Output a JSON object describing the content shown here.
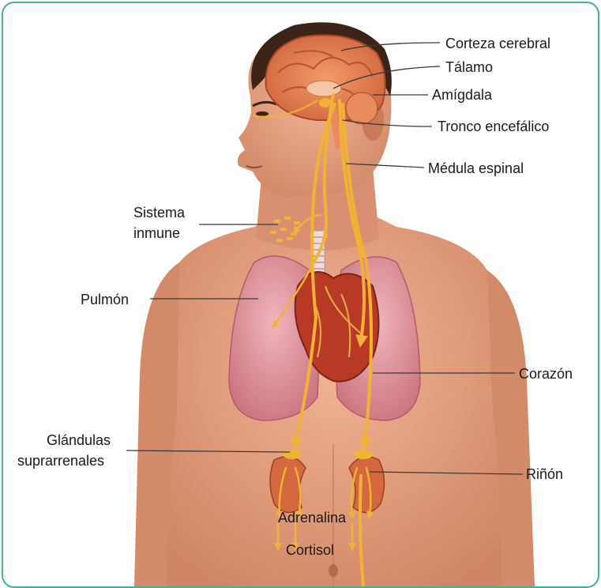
{
  "colors": {
    "frame": "#3fb39b",
    "skin": "#e9a27d",
    "skin_shadow": "#c97b59",
    "hair": "#3b2417",
    "brain": "#e07a4f",
    "lung": "#e29aa4",
    "heart": "#b83a26",
    "kidney": "#d4683e",
    "nerve": "#f2b233"
  },
  "labels": {
    "corteza": "Corteza cerebral",
    "talamo": "Tálamo",
    "amigdala": "Amígdala",
    "tronco": "Tronco encefálico",
    "medula": "Médula espinal",
    "sistema_line1": "Sistema",
    "sistema_line2": "inmune",
    "pulmon": "Pulmón",
    "corazon": "Corazón",
    "glandulas_line1": "Glándulas",
    "glandulas_line2": "suprarrenales",
    "rinon": "Riñón",
    "adrenalina": "Adrenalina",
    "cortisol": "Cortisol"
  }
}
